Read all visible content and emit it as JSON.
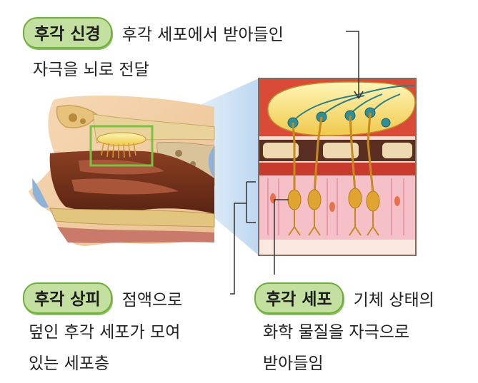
{
  "labels": {
    "olfactory_nerve": {
      "badge": "후각 신경",
      "desc_line1": "후각 세포에서 받아들인",
      "desc_line2": "자극을 뇌로 전달"
    },
    "olfactory_epithelium": {
      "badge": "후각 상피",
      "desc_line1": "점액으로",
      "desc_line2": "덮인 후각 세포가 모여",
      "desc_line3": "있는 세포층"
    },
    "olfactory_cell": {
      "badge": "후각 세포",
      "desc_line1": "기체 상태의",
      "desc_line2": "화학 물질을 자극으로",
      "desc_line3": "받아들임"
    }
  },
  "colors": {
    "badge_fill": "#c3e0a0",
    "badge_border": "#6fae3d",
    "highlight_box": "#7cc242",
    "tissue_pink": "#f5c0c8",
    "nerve_teal": "#2c7f86",
    "cell_gold": "#e0a431"
  }
}
